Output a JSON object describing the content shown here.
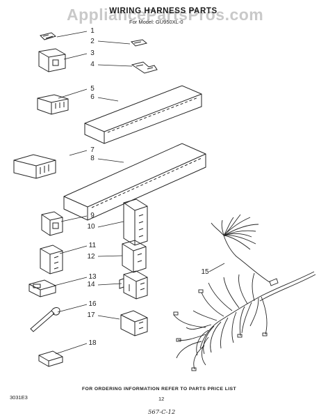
{
  "header": {
    "watermark": "AppliancePartsPros.com",
    "title": "WIRING HARNESS PARTS",
    "model": "For Model: GU950XL-0"
  },
  "callouts": [
    "1",
    "2",
    "3",
    "4",
    "5",
    "6",
    "7",
    "8",
    "9",
    "10",
    "11",
    "12",
    "13",
    "14",
    "15",
    "16",
    "17",
    "18"
  ],
  "footer": {
    "instruction": "FOR ORDERING INFORMATION REFER TO PARTS PRICE LIST",
    "code": "3031E3",
    "page_number": "12",
    "handwritten_note": "567-C-12"
  }
}
